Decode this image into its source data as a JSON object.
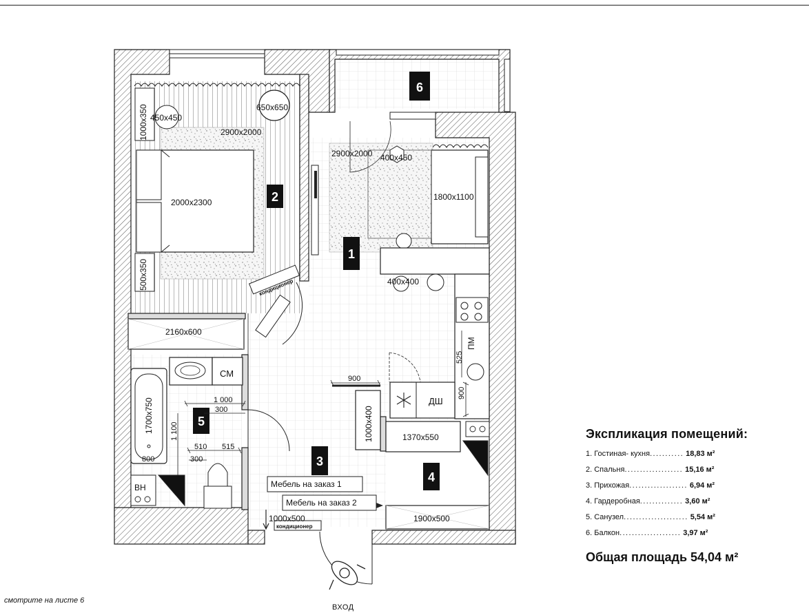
{
  "legend": {
    "title": "Экспликация помещений:",
    "rooms": [
      {
        "label": "1. Гостиная- кухня",
        "dots": "...........",
        "value": "18,83",
        "unit": "м²"
      },
      {
        "label": "2. Спальня",
        "dots": "...................",
        "value": "15,16",
        "unit": "м²"
      },
      {
        "label": "3. Прихожая",
        "dots": "...................",
        "value": "6,94",
        "unit": "м²"
      },
      {
        "label": "4. Гардеробная",
        "dots": "..............",
        "value": "3,60",
        "unit": "м²"
      },
      {
        "label": "5. Санузел",
        "dots": ".....................",
        "value": "5,54",
        "unit": "м²"
      },
      {
        "label": "6. Балкон",
        "dots": "   ....................",
        "value": "3,97",
        "unit": "м²"
      }
    ],
    "total": "Общая площадь 54,04 м²"
  },
  "footnote": "смотрите на листе 6",
  "entry_label": "ВХОД",
  "room_numbers": {
    "r1": "1",
    "r2": "2",
    "r3": "3",
    "r4": "4",
    "r5": "5",
    "r6": "6"
  },
  "labels": {
    "bed": "2000x2300",
    "rug_bedroom": "2900x2000",
    "nightstand_top": "1000x350",
    "nightstand_bottom": "500x350",
    "lamp_left": "450x450",
    "chair_round": "650x650",
    "wardrobe_bedroom": "2160x600",
    "rug_living": "2900x2000",
    "coffee_table": "400x450",
    "sofa": "1800x1100",
    "dining_table": "400x400",
    "fridge": "ПМ",
    "fridge_dim": "525",
    "dishwasher": "ДШ",
    "dim_900_wall": "900",
    "dim_900_v": "900",
    "cabinet": "1000x400",
    "hall_shelf": "1370x550",
    "closet": "1900x500",
    "custom1": "Мебель на заказ 1",
    "custom2": "Мебель на заказ 2",
    "hall_cabinet": "1000x500",
    "ac1": "кондиционер",
    "ac2": "кондиционер",
    "bath": "1700x750",
    "washer": "СМ",
    "boiler": "ВН",
    "dim_1000": "1 000",
    "dim_300a": "300",
    "dim_1100": "1 100",
    "dim_510": "510",
    "dim_515": "515",
    "dim_300b": "300",
    "dim_800": "800"
  }
}
